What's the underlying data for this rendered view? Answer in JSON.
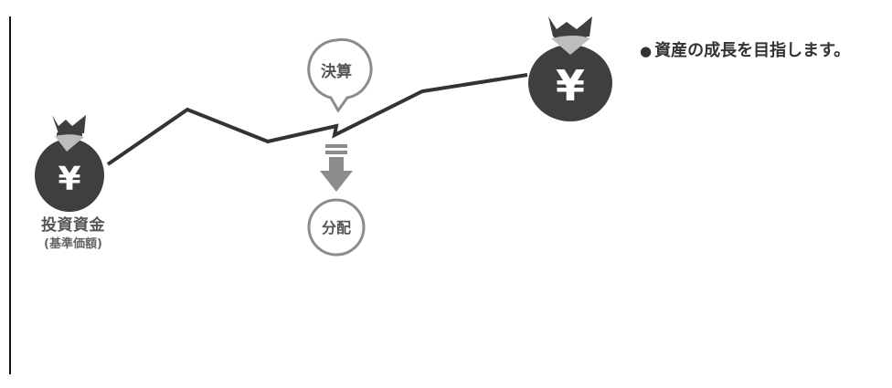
{
  "colors": {
    "line": "#333333",
    "bag": "#3f3f3f",
    "bag_tie": "#bdbdbd",
    "yen_symbol": "#ffffff",
    "circle_border": "#8c8c8c",
    "circle_text": "#555555",
    "arrow": "#8c8c8c",
    "axis": "#111111"
  },
  "icons": {
    "start_bag": "money-bag-yen-icon",
    "end_bag": "money-bag-yen-icon",
    "arrow": "arrow-down-icon"
  },
  "money_bag": {
    "symbol": "¥"
  },
  "start": {
    "label": "投資資金",
    "sublabel": "(基準価額)"
  },
  "settlement": {
    "label": "決算"
  },
  "distribution": {
    "label": "分配"
  },
  "goal": {
    "bullet": "●",
    "text": "資産の成長を目指します。"
  }
}
